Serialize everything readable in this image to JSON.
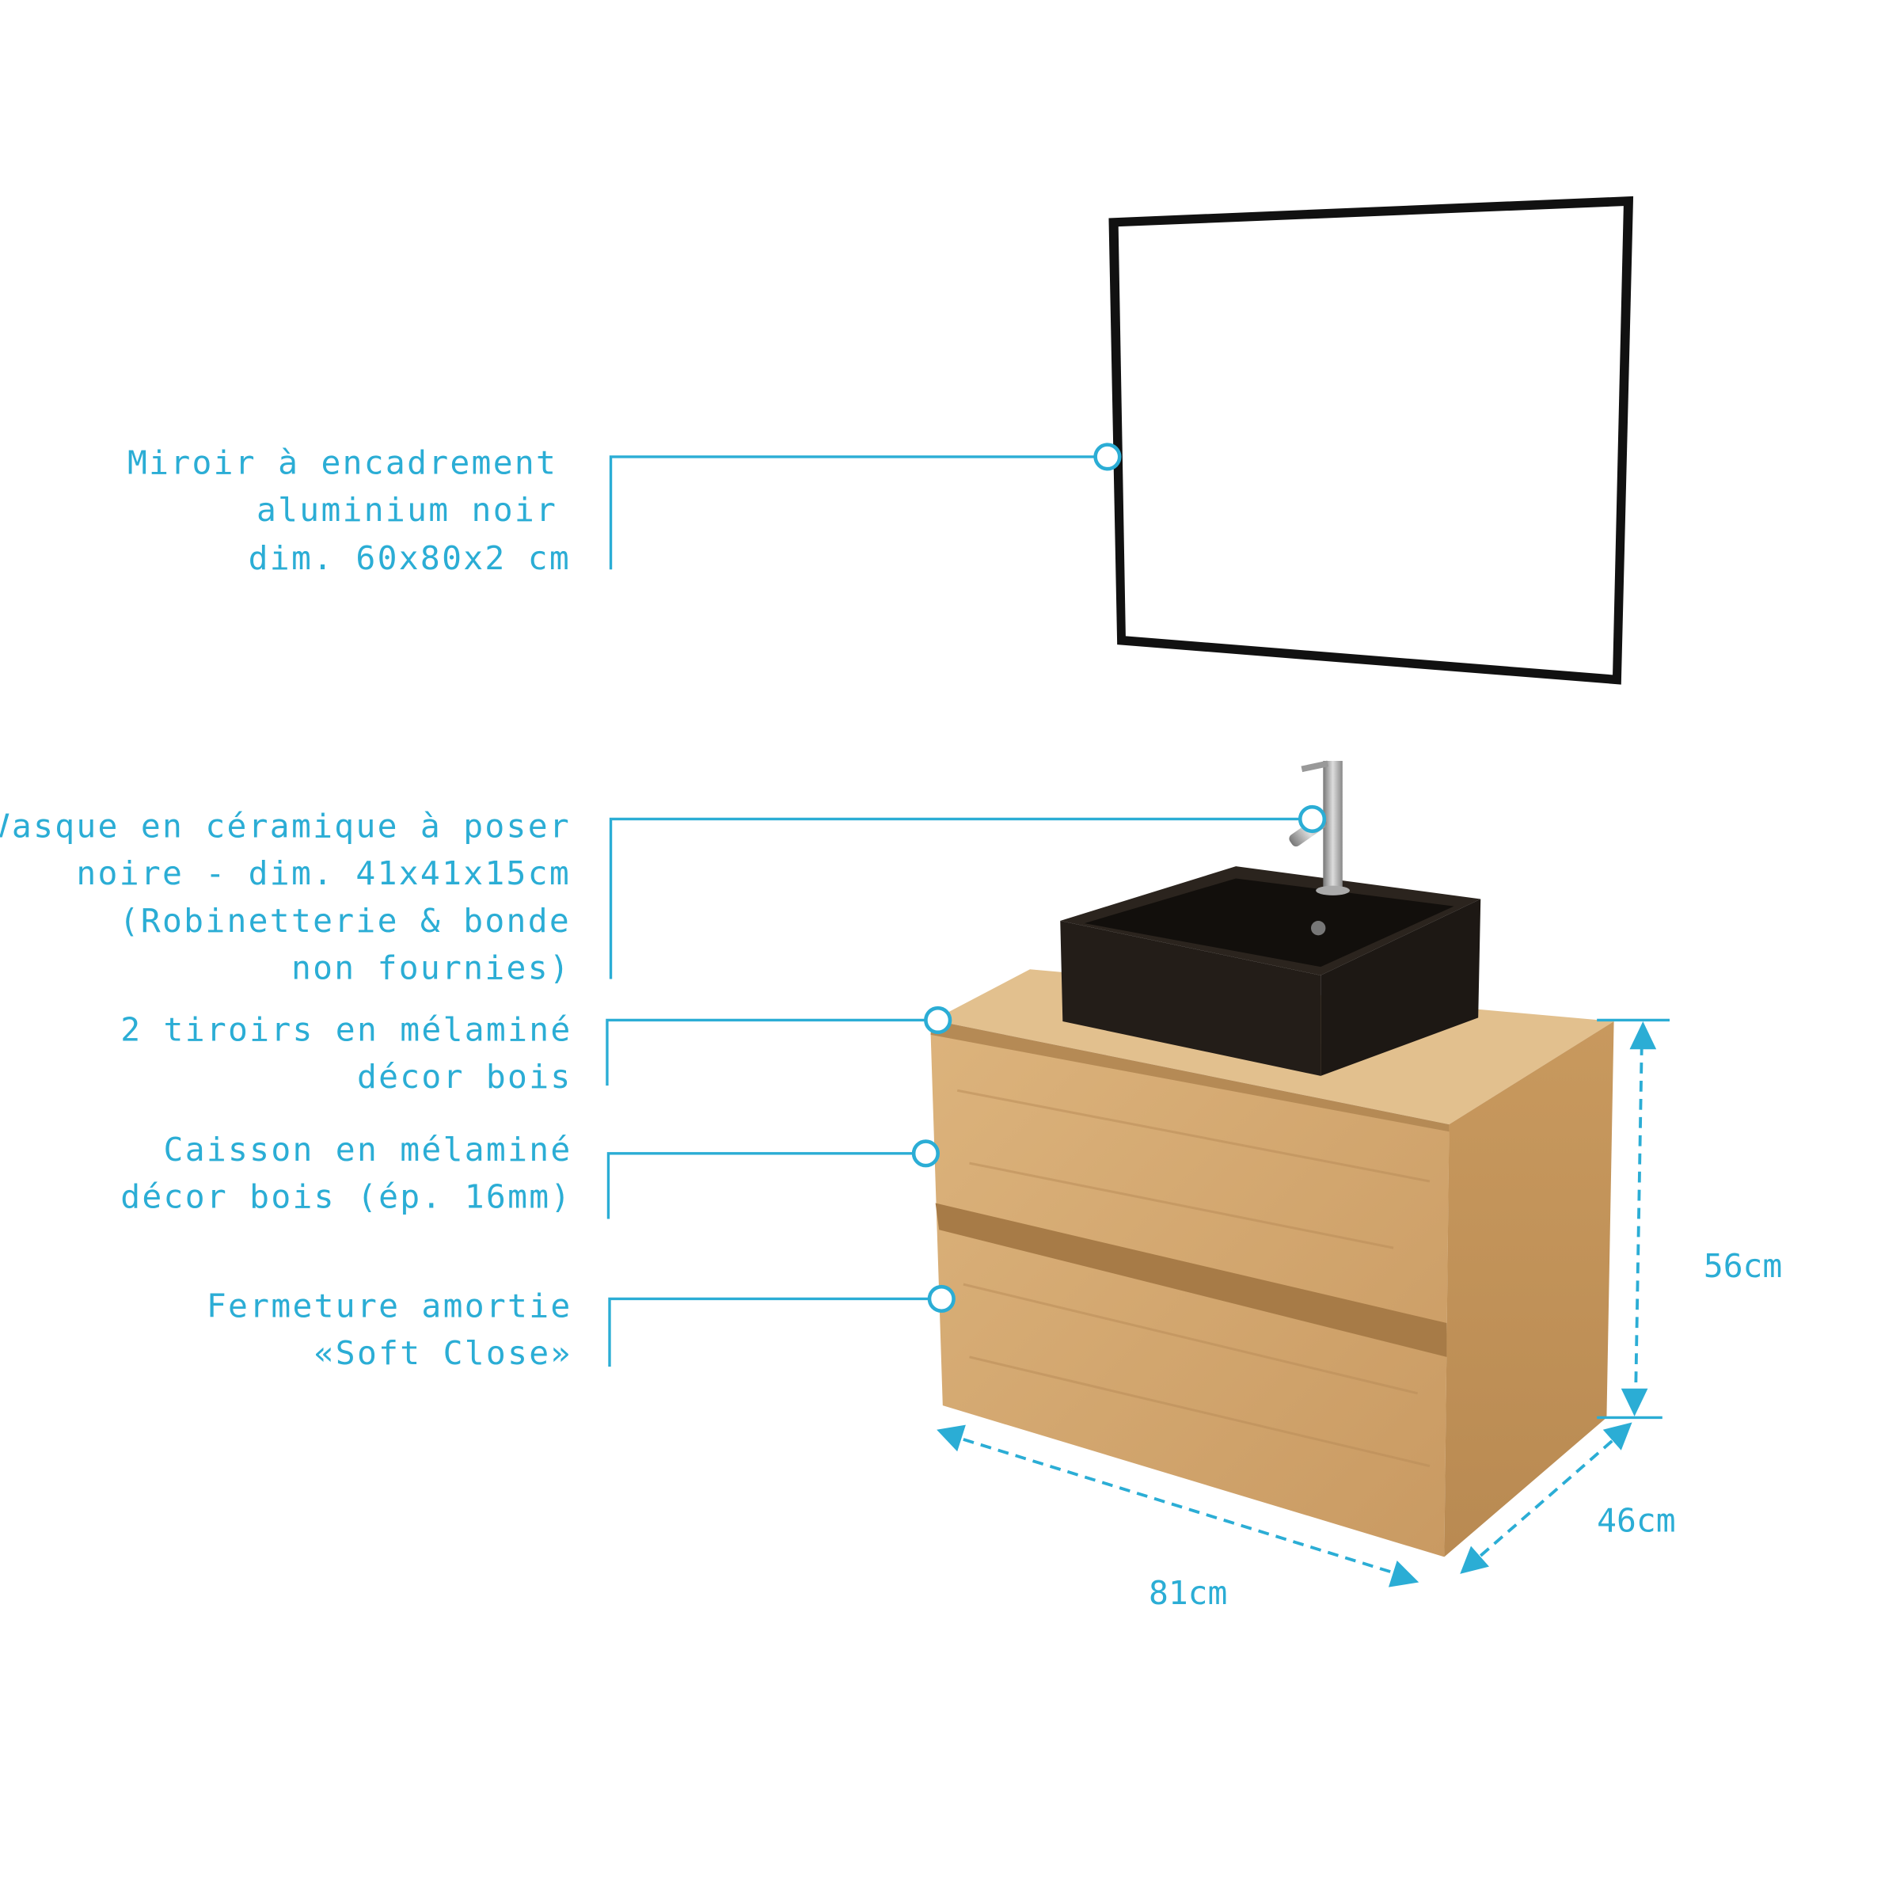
{
  "colors": {
    "accent": "#2badd5",
    "wood": "#d2a66f",
    "basin": "#231d18",
    "frame": "#111111"
  },
  "callouts": [
    {
      "id": "miroir",
      "lines": [
        "Miroir à encadrement",
        "aluminium noir",
        "dim. 60x80x2 cm"
      ]
    },
    {
      "id": "vasque",
      "lines": [
        "Vasque en céramique à poser",
        "noire - dim. 41x41x15cm",
        "(Robinetterie & bonde",
        "non fournies)"
      ]
    },
    {
      "id": "tiroirs",
      "lines": [
        "2 tiroirs en mélaminé",
        "décor bois"
      ]
    },
    {
      "id": "caisson",
      "lines": [
        "Caisson en mélaminé",
        "décor bois (ép. 16mm)"
      ]
    },
    {
      "id": "fermeture",
      "lines": [
        "Fermeture amortie",
        "«Soft Close»"
      ]
    }
  ],
  "dimensions": {
    "height": "56cm",
    "width": "81cm",
    "depth": "46cm"
  }
}
